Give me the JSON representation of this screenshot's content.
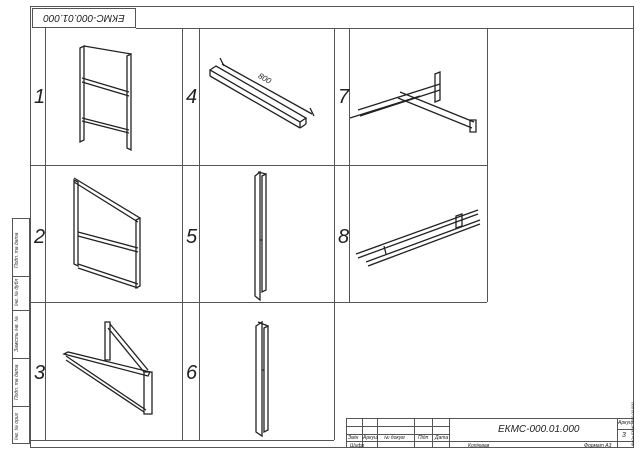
{
  "top_stamp": {
    "code": "ЕКМС-000.01.000"
  },
  "cells": [
    {
      "number": "1",
      "part": "frame-with-crossbar"
    },
    {
      "number": "2",
      "part": "slanted-frame"
    },
    {
      "number": "3",
      "part": "triangular-bracket"
    },
    {
      "number": "4",
      "part": "square-tube",
      "dimension": "800"
    },
    {
      "number": "5",
      "part": "upright-post"
    },
    {
      "number": "6",
      "part": "upright-post-short"
    },
    {
      "number": "7",
      "part": "cross-beam-assembly"
    },
    {
      "number": "8",
      "part": "parallel-rails"
    }
  ],
  "side_stamp": {
    "labels": [
      "Подп. та дата",
      "Інв. № дубл",
      "Замість інв. №",
      "Подп. та дата",
      "Інв. № ориг"
    ]
  },
  "title_block": {
    "designation": "ЕКМС-000.01.000",
    "sheet_label": "Аркуш",
    "sheet_number": "3",
    "columns": [
      "Змін",
      "Аркуш",
      "№ докум",
      "Підп",
      "Дата"
    ],
    "copied_label": "Копіював",
    "format_label": "Формат А3",
    "cipher_label": "Шифр",
    "right_vertical": "Файл ЕКМС-000.00.000"
  }
}
